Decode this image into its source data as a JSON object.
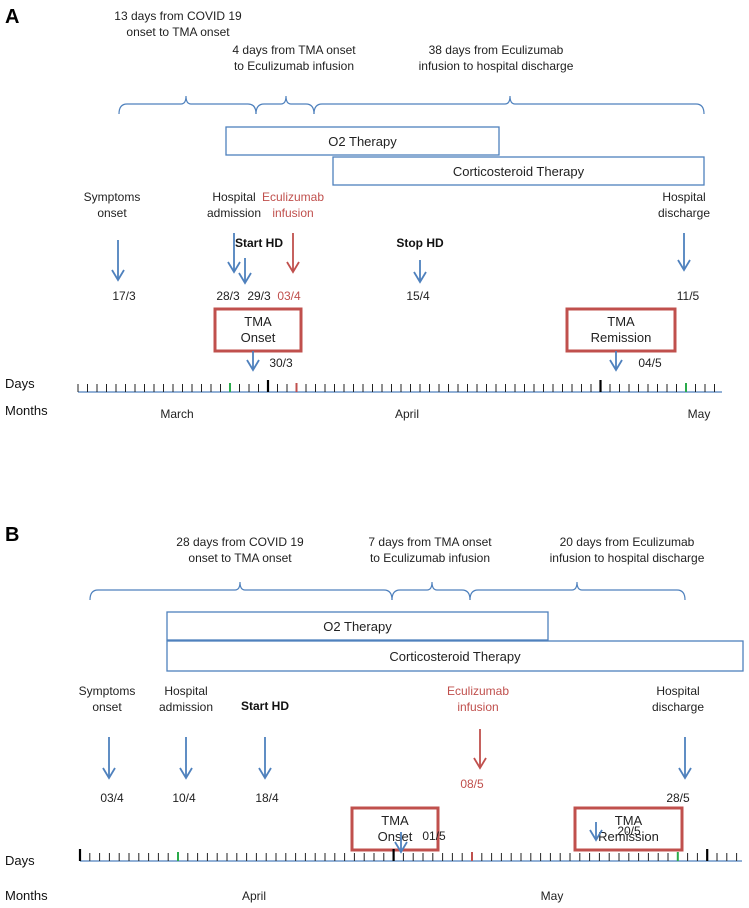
{
  "colors": {
    "blue": "#4f81bd",
    "red": "#c0504d",
    "green": "#2aaa4a",
    "dark": "#000000"
  },
  "panels": [
    {
      "letter": "A",
      "brace_labels": [
        [
          "13 days from COVID 19",
          "onset to TMA onset"
        ],
        [
          "4 days from TMA onset",
          "to Eculizumab infusion"
        ],
        [
          "38 days from Eculizumab",
          "infusion to hospital discharge"
        ]
      ],
      "therapies": [
        "O2 Therapy",
        "Corticosteroid Therapy"
      ],
      "events": [
        {
          "name": "symptoms",
          "label": [
            "Symptoms",
            "onset"
          ],
          "date": "17/3",
          "style": "normal"
        },
        {
          "name": "admission",
          "label": [
            "Hospital",
            "admission"
          ],
          "date": "28/3",
          "style": "normal"
        },
        {
          "name": "start-hd",
          "label": [
            "Start  HD"
          ],
          "date": "29/3",
          "style": "bold"
        },
        {
          "name": "eculizumab",
          "label": [
            "Eculizumab",
            "infusion"
          ],
          "date": "03/4",
          "style": "red"
        },
        {
          "name": "stop-hd",
          "label": [
            "Stop HD"
          ],
          "date": "15/4",
          "style": "bold"
        },
        {
          "name": "discharge",
          "label": [
            "Hospital",
            "discharge"
          ],
          "date": "11/5",
          "style": "normal"
        }
      ],
      "tma": [
        {
          "name": "onset",
          "label": [
            "TMA",
            "Onset"
          ],
          "date": "30/3"
        },
        {
          "name": "remission",
          "label": [
            "TMA",
            "Remission"
          ],
          "date": "04/5"
        }
      ],
      "row_labels": [
        "Days",
        "Months"
      ],
      "months": [
        "March",
        "April",
        "May"
      ]
    },
    {
      "letter": "B",
      "brace_labels": [
        [
          "28 days from COVID 19",
          "onset to TMA onset"
        ],
        [
          "7 days from TMA onset",
          "to Eculizumab infusion"
        ],
        [
          "20 days from Eculizumab",
          "infusion to hospital discharge"
        ]
      ],
      "therapies": [
        "O2 Therapy",
        "Corticosteroid Therapy"
      ],
      "events": [
        {
          "name": "symptoms",
          "label": [
            "Symptoms",
            "onset"
          ],
          "date": "03/4",
          "style": "normal"
        },
        {
          "name": "admission",
          "label": [
            "Hospital",
            "admission"
          ],
          "date": "10/4",
          "style": "normal"
        },
        {
          "name": "start-hd",
          "label": [
            "Start HD"
          ],
          "date": "18/4",
          "style": "bold"
        },
        {
          "name": "eculizumab",
          "label": [
            "Eculizumab",
            "infusion"
          ],
          "date": "08/5",
          "style": "red"
        },
        {
          "name": "discharge",
          "label": [
            "Hospital",
            "discharge"
          ],
          "date": "28/5",
          "style": "normal"
        }
      ],
      "tma": [
        {
          "name": "onset",
          "label": [
            "TMA",
            "Onset"
          ],
          "date": "01/5"
        },
        {
          "name": "remission",
          "label": [
            "TMA",
            "Remission"
          ],
          "date": "20/5"
        }
      ],
      "row_labels": [
        "Days",
        "Months"
      ],
      "months": [
        "April",
        "May"
      ]
    }
  ]
}
